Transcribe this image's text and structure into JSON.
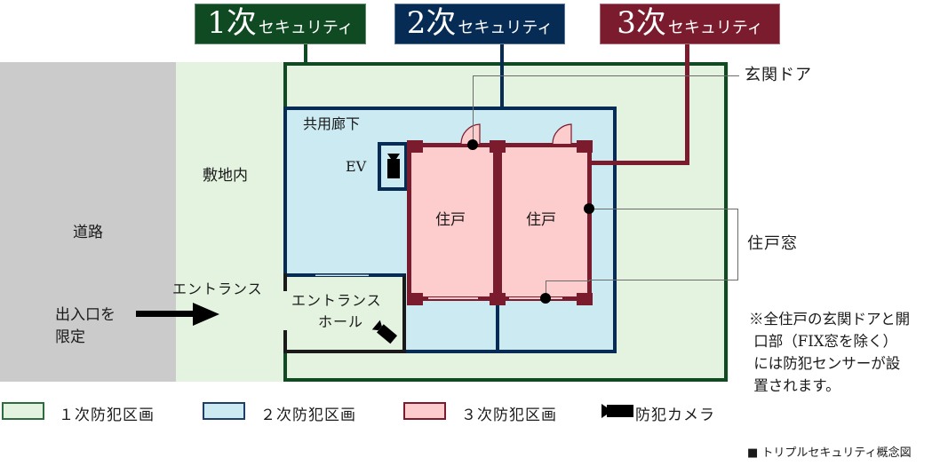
{
  "colors": {
    "road": "#cbcbcb",
    "zone1_fill": "#e4f3e0",
    "zone1_border": "#0f4a22",
    "zone2_fill": "#cbeaf2",
    "zone2_border": "#062b54",
    "zone3_fill": "#fdcccd",
    "zone3_border": "#7b1b2e",
    "tag1": "#0f4a22",
    "tag2": "#062b54",
    "tag3": "#7b1b2e",
    "leader": "#6b6b6b"
  },
  "security_tags": [
    {
      "num": "1次",
      "text": "セキュリティ"
    },
    {
      "num": "2次",
      "text": "セキュリティ"
    },
    {
      "num": "3次",
      "text": "セキュリティ"
    }
  ],
  "areas": {
    "road": "道路",
    "site": "敷地内",
    "corridor": "共用廊下",
    "elevator": "EV",
    "unit_left": "住戸",
    "unit_right": "住戸",
    "entrance_hall_line1": "エントランス",
    "entrance_hall_line2": "ホール"
  },
  "labels": {
    "entrance": "エントランス",
    "limited_line1": "出入口を",
    "limited_line2": "限定",
    "front_door": "玄関ドア",
    "unit_window": "住戸窓"
  },
  "note": {
    "line1": "※全住戸の玄関ドアと開",
    "line2": " 口部（FIX窓を除く）",
    "line3": " には防犯センサーが設",
    "line4": " 置されます。"
  },
  "legend": [
    {
      "label": "１次防犯区画"
    },
    {
      "label": "２次防犯区画"
    },
    {
      "label": "３次防犯区画"
    },
    {
      "label": "防犯カメラ"
    }
  ],
  "caption": "■ トリプルセキュリティ概念図"
}
